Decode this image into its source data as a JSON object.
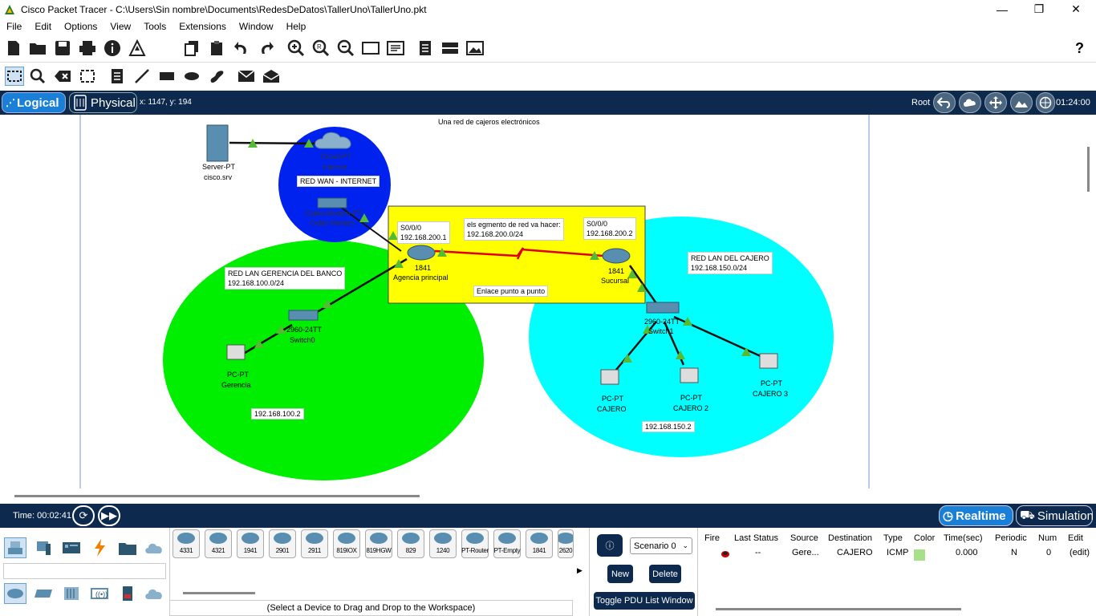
{
  "window": {
    "title": "Cisco Packet Tracer - C:\\Users\\Sin nombre\\Documents\\RedesDeDatos\\TallerUno\\TallerUno.pkt",
    "minimize": "—",
    "maximize": "❐",
    "close": "✕"
  },
  "menu": [
    "File",
    "Edit",
    "Options",
    "View",
    "Tools",
    "Extensions",
    "Window",
    "Help"
  ],
  "toolbar": {
    "help": "?"
  },
  "nav": {
    "logical": "Logical",
    "physical": "Physical",
    "coords": "x: 1147, y: 194",
    "root": "Root",
    "clock": "01:24:00"
  },
  "workspace": {
    "title_note": "Una red de cajeros electrónicos",
    "server_name": "Server-PT",
    "server_host": "cisco.srv",
    "cloud_name": "Cloud-PT",
    "cloud_host": "Internet",
    "wan_label": "RED WAN - INTERNET",
    "modem_name": "Cable-Modem-PT",
    "modem_host": "Cable Modem",
    "box_note_left_if": "S0/0/0",
    "box_note_left_ip": "192.168.200.1",
    "box_note_mid_1": "els egmento de red va hacer:",
    "box_note_mid_2": "192.168.200.0/24",
    "box_note_right_if": "S0/0/0",
    "box_note_right_ip": "192.168.200.2",
    "router1_model": "1841",
    "router1_name": "Agencia principal",
    "router2_model": "1841",
    "router2_name": "Sucursal",
    "link_note": "Enlace punto a punto",
    "lan_left_title": "RED LAN GERENCIA DEL BANCO",
    "lan_left_net": "192.168.100.0/24",
    "switch0_model": "2960-24TT",
    "switch0_name": "Switch0",
    "pc_gerencia_model": "PC-PT",
    "pc_gerencia_name": "Gerencia",
    "pc_gerencia_ip": "192.168.100.2",
    "lan_right_title": "RED LAN DEL CAJERO",
    "lan_right_net": "192.168.150.0/24",
    "switch1_model": "2960-24TT",
    "switch1_name": "Switch1",
    "pc1_model": "PC-PT",
    "pc1_name": "CAJERO",
    "pc2_model": "PC-PT",
    "pc2_name": "CAJERO 2",
    "pc3_model": "PC-PT",
    "pc3_name": "CAJERO 3",
    "cajero_ip": "192.168.150.2"
  },
  "status": {
    "time": "Time: 00:02:41",
    "realtime": "Realtime",
    "simulation": "Simulation"
  },
  "devices": [
    "4331",
    "4321",
    "1941",
    "2901",
    "2911",
    "819IOX",
    "819HGW",
    "829",
    "1240",
    "PT-Router",
    "PT-Empty",
    "1841",
    "2620"
  ],
  "drag_hint": "(Select a Device to Drag and Drop to the Workspace)",
  "scenario": {
    "selected": "Scenario 0",
    "new": "New",
    "delete": "Delete",
    "toggle": "Toggle PDU List Window"
  },
  "pdu": {
    "headers": [
      "Fire",
      "Last Status",
      "Source",
      "Destination",
      "Type",
      "Color",
      "Time(sec)",
      "Periodic",
      "Num",
      "Edit"
    ],
    "row": {
      "last_status": "--",
      "source": "Gere...",
      "destination": "CAJERO",
      "type": "ICMP",
      "color": "#a8e08a",
      "time": "0.000",
      "periodic": "N",
      "num": "0",
      "edit": "(edit)"
    }
  },
  "colors": {
    "lan_left": "#00ee00",
    "lan_right": "#00ffff",
    "wan": "#0022ee",
    "note_box": "#ffff00",
    "serial_link": "#e00000",
    "nav_bg": "#0d2a4e",
    "accent": "#1a7fd6"
  }
}
